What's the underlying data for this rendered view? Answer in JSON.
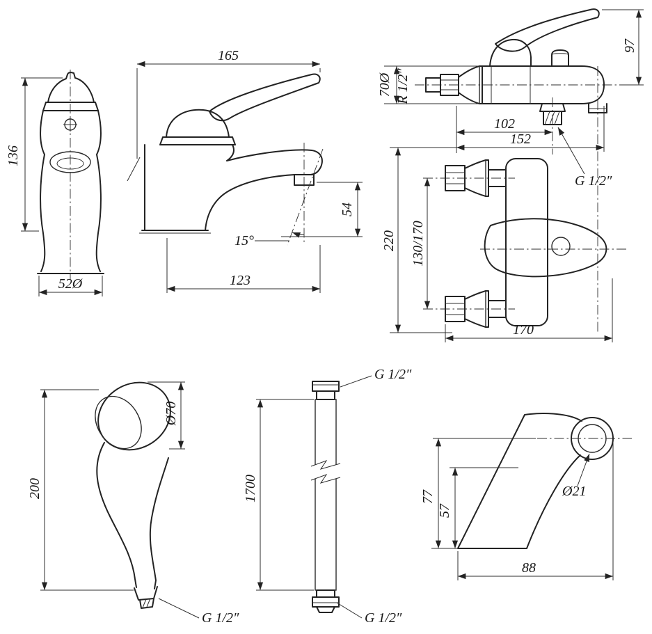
{
  "views": {
    "mixer_front": {
      "dims": {
        "height": "136",
        "base_diameter": "52Ø"
      }
    },
    "mixer_side": {
      "dims": {
        "depth": "165",
        "spout_height": "54",
        "spout_angle": "15°",
        "spout_reach": "123"
      }
    },
    "bath_mixer": {
      "dims": {
        "handle_height": "97",
        "flange_diameter": "70Ø",
        "inlet_thread": "R 1/2″",
        "wall_to_spout": "102",
        "body_width": "152",
        "outlet_thread": "G 1/2″",
        "overall_height": "220",
        "inlet_centers": "130/170",
        "overall_width": "170"
      }
    },
    "hand_shower": {
      "dims": {
        "head_diameter": "Ø70",
        "length": "200",
        "thread": "G 1/2″"
      }
    },
    "hose": {
      "dims": {
        "length": "1700",
        "thread_top": "G 1/2″",
        "thread_bottom": "G 1/2″"
      }
    },
    "holder": {
      "dims": {
        "height": "77",
        "inner_height": "57",
        "hole_diameter": "Ø21",
        "width": "88"
      }
    }
  }
}
